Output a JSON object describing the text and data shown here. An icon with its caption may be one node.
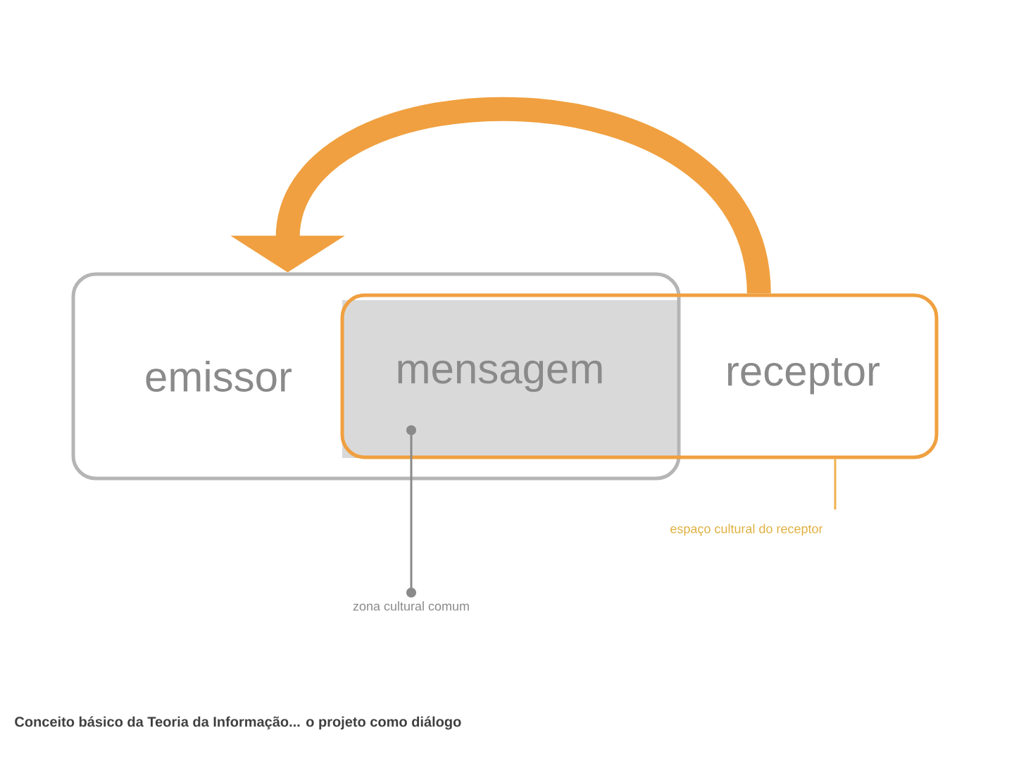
{
  "diagram": {
    "caption": "Conceito básico da Teoria da Informação... o projeto como diálogo",
    "nodes": [
      {
        "text": [
          "emissor"
        ]
      },
      {
        "text": [
          "receptor"
        ]
      },
      {
        "text": [
          "mensagem"
        ]
      },
      {
        "text": [
          "zona cultural comum"
        ]
      },
      {
        "text": [
          "espaço cultural do receptor"
        ]
      }
    ],
    "edges": [
      {
        "from": 1,
        "to": 0,
        "arrow": "to",
        "style": "thick",
        "color": "#f0a040"
      },
      {
        "from": 3,
        "to": 2,
        "arrow": "other",
        "color": "#8a8a8a"
      },
      {
        "from": 4,
        "to": 1,
        "arrow": "none",
        "color": "#f0b050"
      }
    ]
  }
}
